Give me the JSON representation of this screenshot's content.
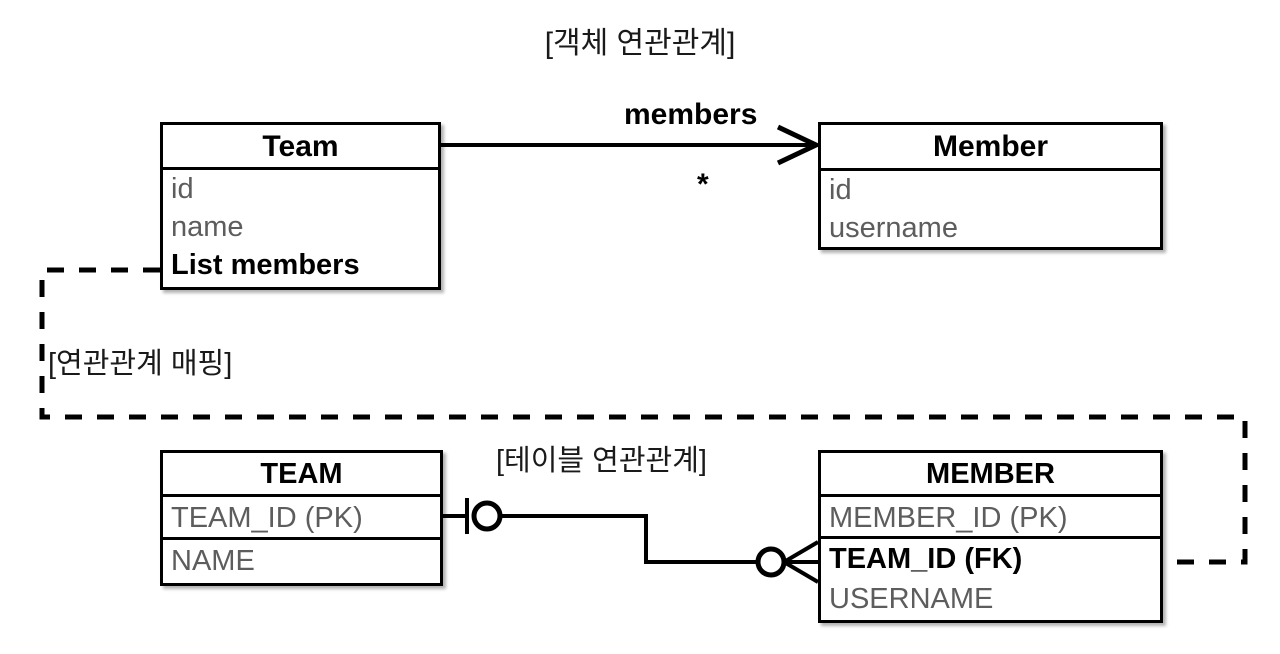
{
  "captions": {
    "object_model": "[객체 연관관계]",
    "mapping": "[연관관계 매핑]",
    "table_model": "[테이블 연관관계]"
  },
  "object_model": {
    "team": {
      "title": "Team",
      "fields": [
        {
          "label": "id",
          "emphasis": false
        },
        {
          "label": "name",
          "emphasis": false
        },
        {
          "label": "List members",
          "emphasis": true
        }
      ]
    },
    "member": {
      "title": "Member",
      "fields": [
        {
          "label": "id",
          "emphasis": false
        },
        {
          "label": "username",
          "emphasis": false
        }
      ]
    },
    "association": {
      "label": "members",
      "multiplicity": "*",
      "direction": "Team -> Member",
      "arrow": "open-arrowhead"
    }
  },
  "table_model": {
    "team_table": {
      "title": "TEAM",
      "columns": [
        {
          "label": "TEAM_ID (PK)",
          "emphasis": false
        },
        {
          "label": "NAME",
          "emphasis": false
        }
      ]
    },
    "member_table": {
      "title": "MEMBER",
      "columns": [
        {
          "label": "MEMBER_ID (PK)",
          "emphasis": false
        },
        {
          "label": "TEAM_ID (FK)",
          "emphasis": true
        },
        {
          "label": "USERNAME",
          "emphasis": false
        }
      ]
    },
    "relationship": {
      "from": "TEAM.TEAM_ID (PK)",
      "to": "MEMBER.TEAM_ID (FK)",
      "from_cardinality": "one-and-only-one",
      "to_cardinality": "zero-or-many-crowsfoot"
    }
  },
  "mapping_link": {
    "from": "Team.List members",
    "to": "MEMBER.TEAM_ID (FK)",
    "style": "dashed",
    "arrow": "open-arrowhead-left"
  },
  "colors": {
    "stroke": "#000000",
    "field_text": "#5d5d5d",
    "title_text": "#1a1a1a",
    "background": "#ffffff"
  }
}
